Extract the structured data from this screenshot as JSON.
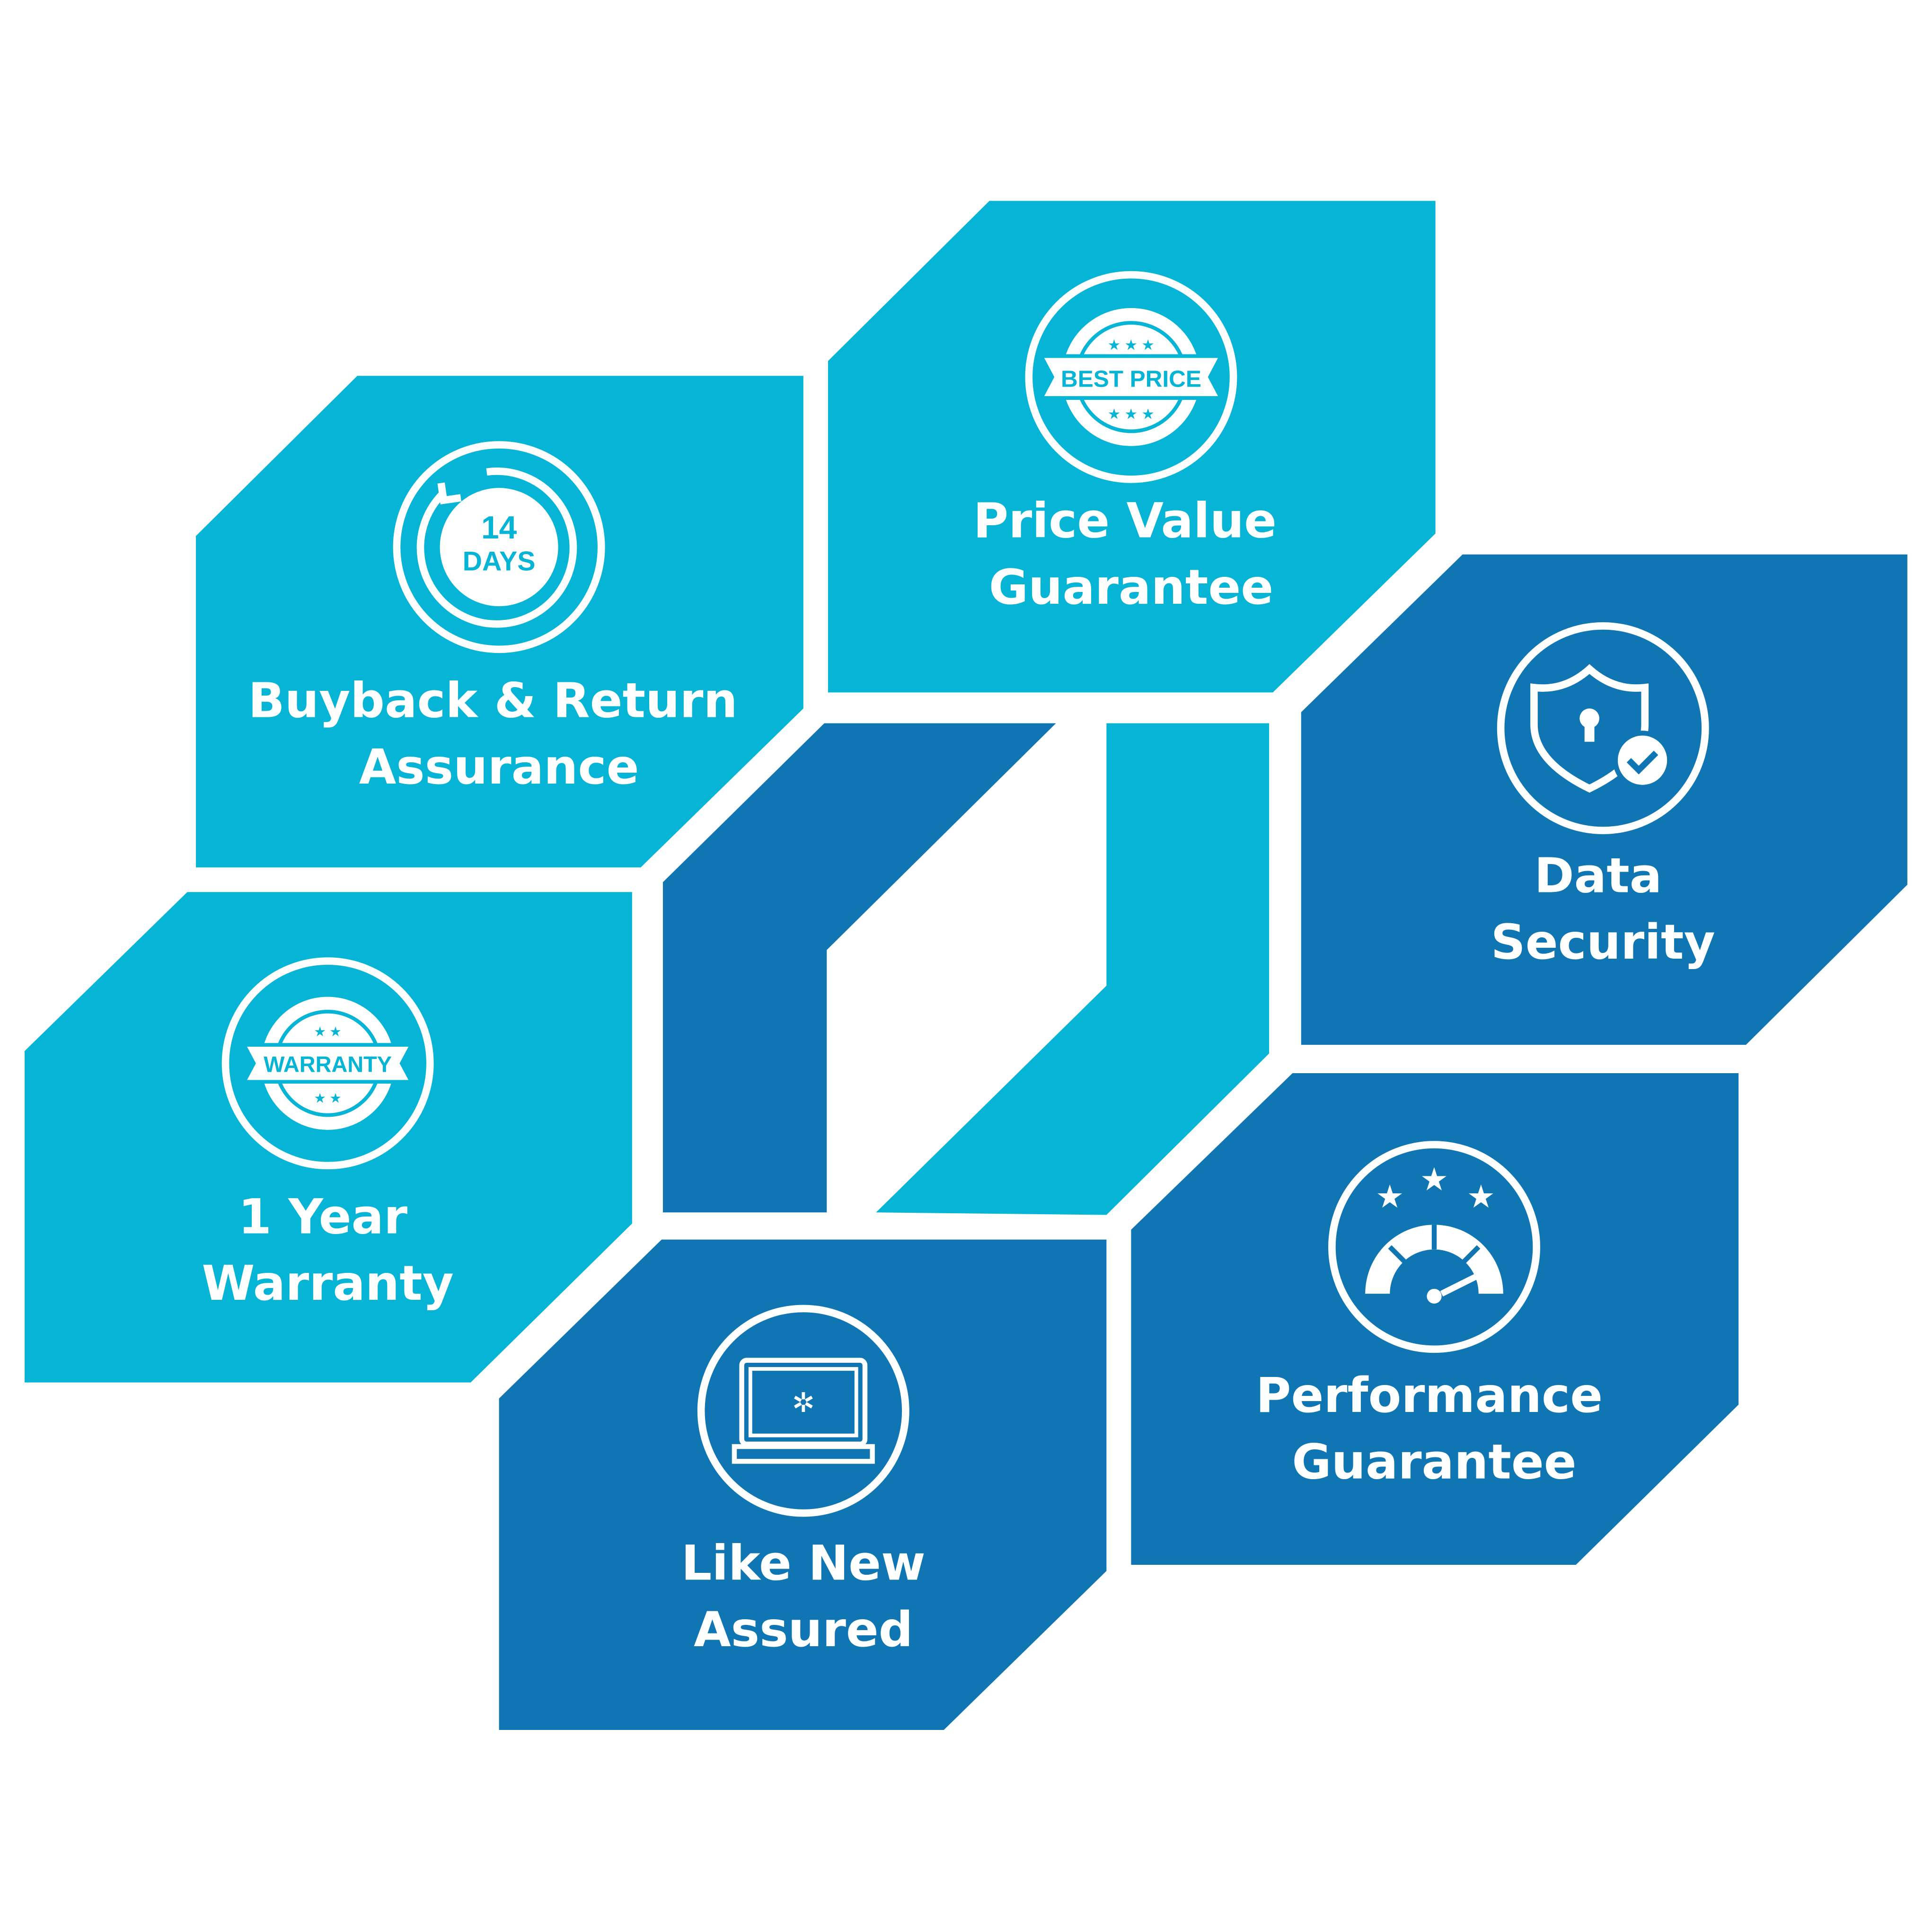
{
  "colors": {
    "light": "#06B5D6",
    "dark": "#0F76B3",
    "background": "#FFFFFF"
  },
  "features": [
    {
      "id": "buyback",
      "line1": "Buyback & Return",
      "line2": "Assurance",
      "icon": "14-days-return-icon",
      "badge_line1": "14",
      "badge_line2": "DAYS"
    },
    {
      "id": "price",
      "line1": "Price Value",
      "line2": "Guarantee",
      "icon": "best-price-badge-icon",
      "badge": "BEST PRICE"
    },
    {
      "id": "security",
      "line1": "Data",
      "line2": "Security",
      "icon": "shield-lock-check-icon"
    },
    {
      "id": "warranty",
      "line1": "1 Year",
      "line2": "Warranty",
      "icon": "warranty-badge-icon",
      "badge": "WARRANTY"
    },
    {
      "id": "likenew",
      "line1": "Like New",
      "line2": "Assured",
      "icon": "laptop-sparkle-icon"
    },
    {
      "id": "performance",
      "line1": "Performance",
      "line2": "Guarantee",
      "icon": "speedometer-stars-icon"
    }
  ]
}
